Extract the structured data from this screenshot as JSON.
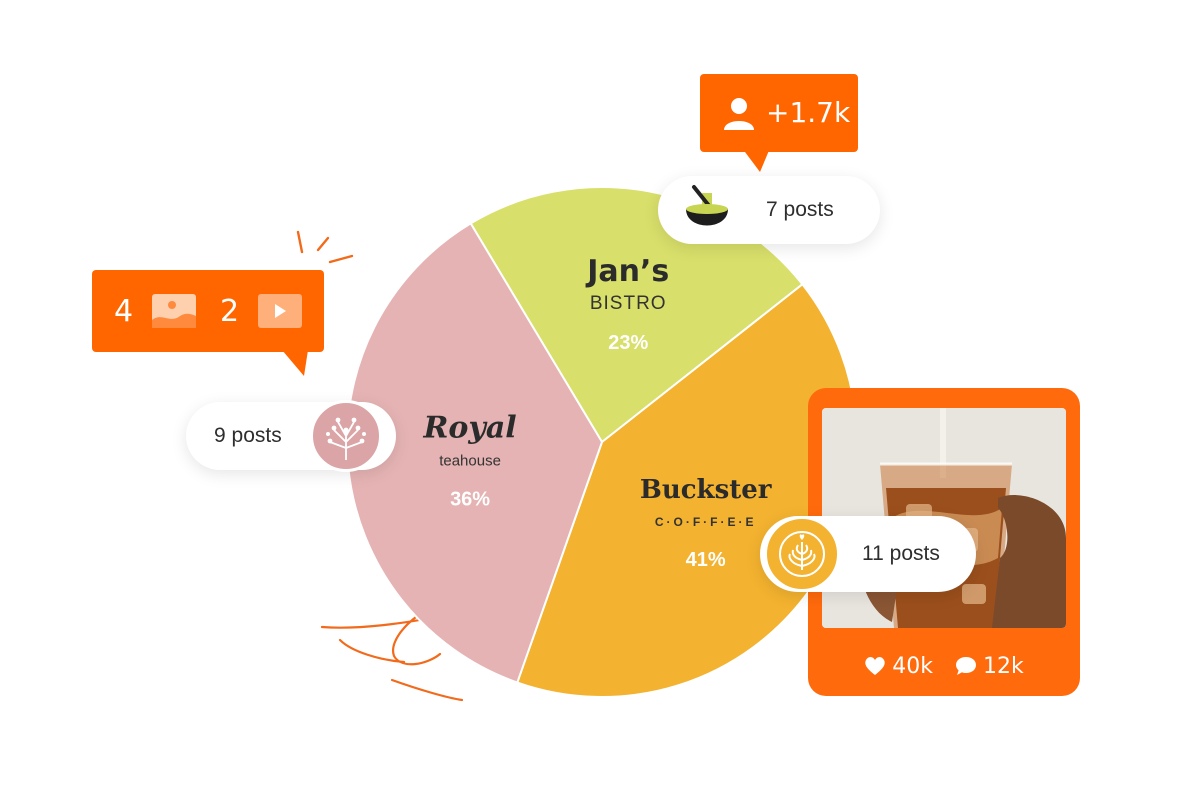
{
  "chart_data": {
    "type": "pie",
    "series": [
      {
        "name": "Jan’s",
        "subtitle": "BISTRO",
        "value": 23,
        "label": "23%",
        "color": "#d8df6a"
      },
      {
        "name": "Buckster",
        "subtitle": "C·O·F·F·E·E",
        "value": 41,
        "label": "41%",
        "color": "#f3b22f"
      },
      {
        "name": "Royal",
        "subtitle": "teahouse",
        "value": 36,
        "label": "36%",
        "color": "#e5b3b3"
      }
    ]
  },
  "callouts": {
    "jans": {
      "posts": "7 posts",
      "followers": "+1.7k",
      "icon": "cooking-pot-icon"
    },
    "royal": {
      "posts": "9 posts",
      "images_count": "4",
      "videos_count": "2",
      "icon": "flower-branch-icon"
    },
    "buckster": {
      "posts": "11 posts",
      "likes": "40k",
      "comments": "12k",
      "icon": "latte-art-icon"
    }
  },
  "colors": {
    "accent": "#ff6600",
    "text": "#2e2e2e"
  }
}
